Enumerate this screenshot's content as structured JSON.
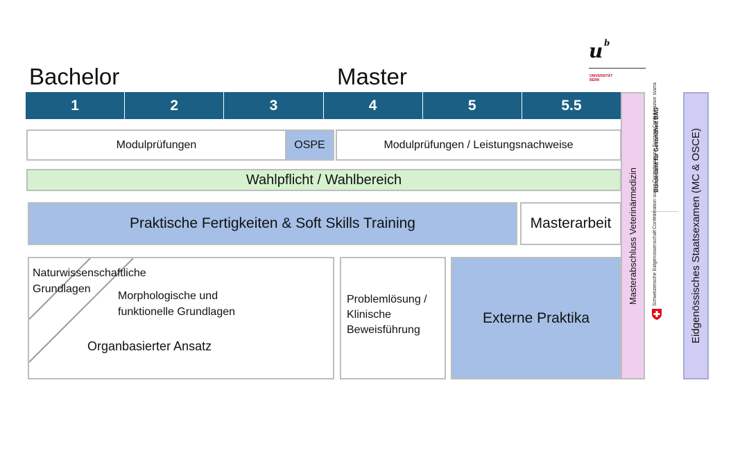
{
  "headings": {
    "bachelor": "Bachelor",
    "master": "Master"
  },
  "semesters": [
    "1",
    "2",
    "3",
    "4",
    "5",
    "5.5"
  ],
  "rows": {
    "modulpruefungen": "Modulprüfungen",
    "ospe": "OSPE",
    "modulpruefungen_leistung": "Modulprüfungen / Leistungsnachweise",
    "wahlpflicht": "Wahlpflicht / Wahlbereich",
    "praktische": "Praktische Fertigkeiten & Soft Skills Training",
    "masterarbeit": "Masterarbeit",
    "naturwissenschaftliche": "Naturwissenschaftliche Grundlagen",
    "morphologische": "Morphologische und funktionelle Grundlagen",
    "organbasierter": "Organbasierter Ansatz",
    "problemloesung": "Problemlösung / Klinische Beweisführung",
    "externe": "Externe Praktika"
  },
  "vertical": {
    "masterabschluss": "Masterabschluss Veterinärmedizin",
    "staatsexamen": "Eidgenössisches Staatsexamen (MC & OSCE)"
  },
  "logos": {
    "unibern_u": "u",
    "unibern_b": "b",
    "unibern_text_1": "UNIVERSITÄT",
    "unibern_text_2": "BERN",
    "bag": "Bundesamt für Gesundheit BAG",
    "confed_1": "Schweizerische Eidgenossenschaft",
    "confed_2": "Confédération suisse",
    "confed_3": "Confederazione Svizzera",
    "confed_4": "Confederaziun svizra"
  },
  "colors": {
    "semester_bar": "#1b5f84",
    "blue_box": "#a5bfe6",
    "green_box": "#d6f1cf",
    "pink_box": "#f0cfee",
    "lavender_box": "#cfcdf3",
    "swiss_red": "#e30613",
    "bern_red": "#c8102e"
  }
}
